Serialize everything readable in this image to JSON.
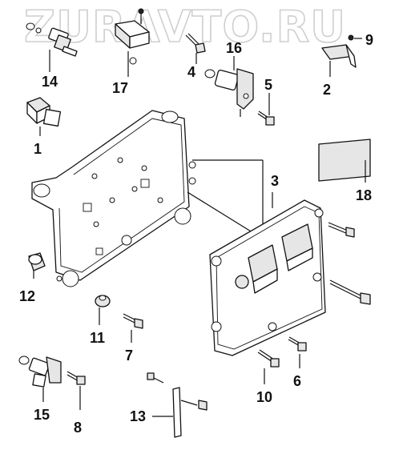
{
  "watermark": "ZURAVTO.RU",
  "callouts": {
    "c1": "1",
    "c2": "2",
    "c3": "3",
    "c4": "4",
    "c5": "5",
    "c6": "6",
    "c7": "7",
    "c8": "8",
    "c9": "9",
    "c10": "10",
    "c11": "11",
    "c12": "12",
    "c13": "13",
    "c14": "14",
    "c15": "15",
    "c16": "16",
    "c17": "17",
    "c18": "18"
  }
}
